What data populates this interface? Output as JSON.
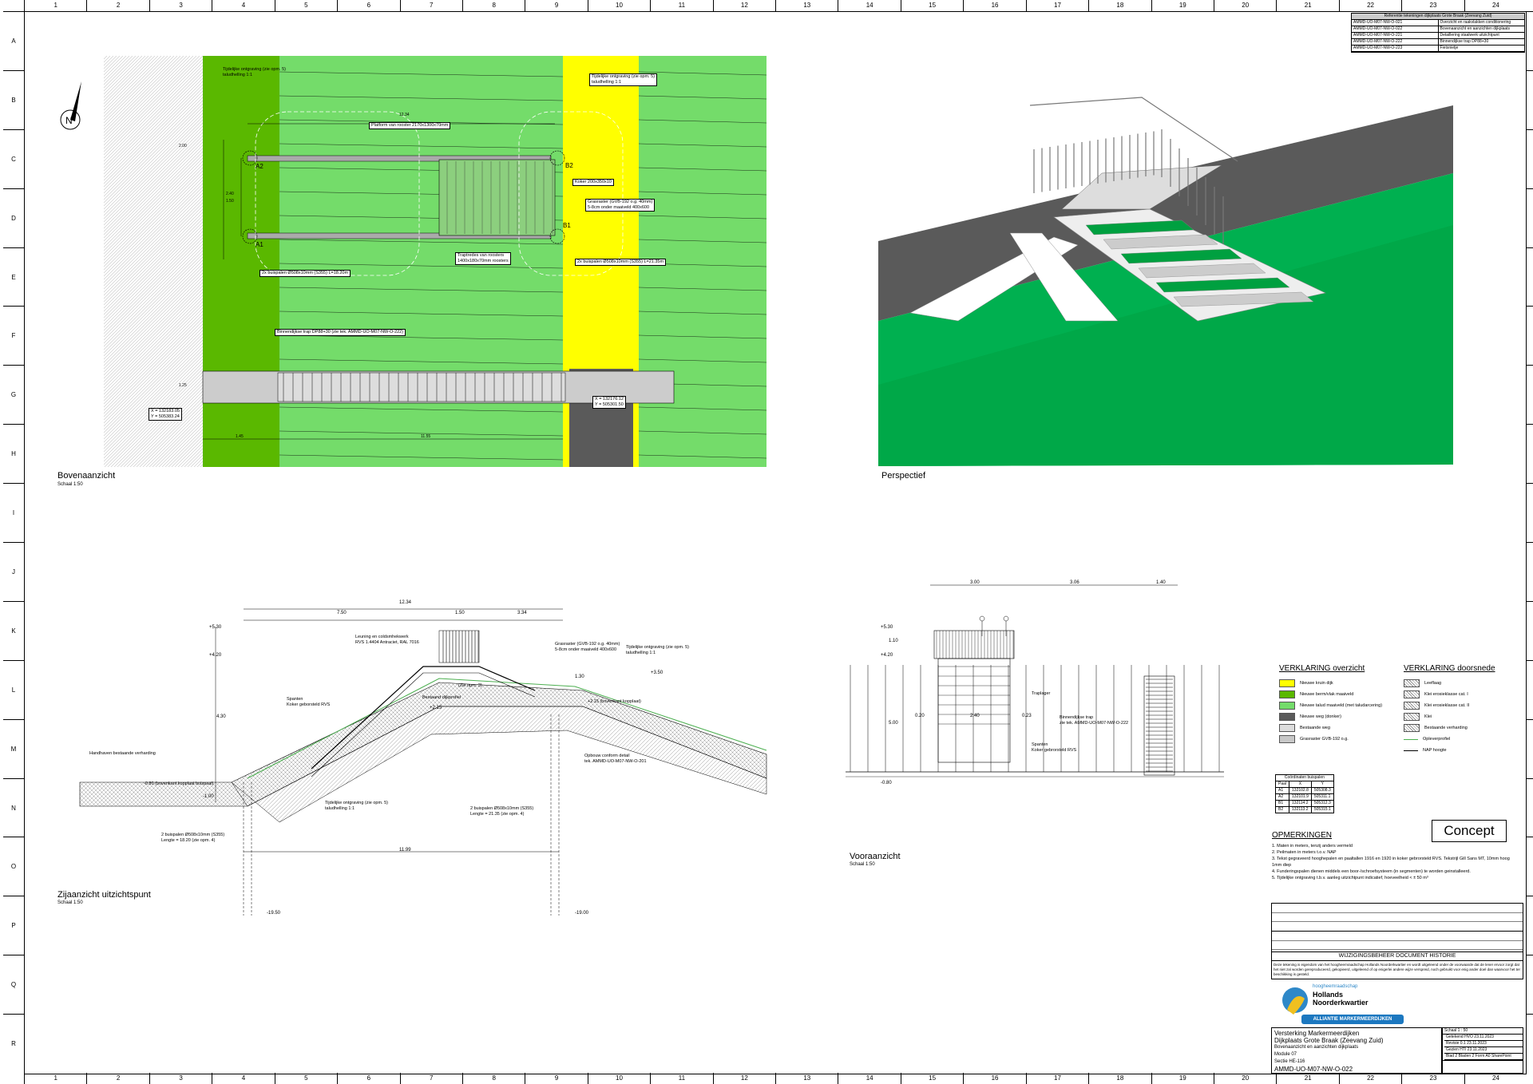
{
  "ruler": {
    "cols": [
      "1",
      "2",
      "3",
      "4",
      "5",
      "6",
      "7",
      "8",
      "9",
      "10",
      "11",
      "12",
      "13",
      "14",
      "15",
      "16",
      "17",
      "18",
      "19",
      "20",
      "21",
      "22",
      "23",
      "24"
    ],
    "rows": [
      "A",
      "B",
      "C",
      "D",
      "E",
      "F",
      "G",
      "H",
      "I",
      "J",
      "K",
      "L",
      "M",
      "N",
      "O",
      "P",
      "Q",
      "R"
    ]
  },
  "reference": {
    "title": "Referentie tekeningen dijkplaats Grote Braak (Zeevang Zuid)",
    "rows": [
      {
        "code": "AMMD-UO-M07-NW-O-021",
        "desc": "Overzicht en raakvlakken conditionering"
      },
      {
        "code": "AMMD-UO-M07-NW-O-022",
        "desc": "Bovenaanzicht en aanzichten dijkplaats"
      },
      {
        "code": "AMMD-UO-M07-NW-O-221",
        "desc": "Detaillering staalwerk uitzichtpunt"
      },
      {
        "code": "AMMD-UO-M07-NW-O-222",
        "desc": "Binnendijkse trap DP88+30"
      },
      {
        "code": "AMMD-UO-M07-NW-O-223",
        "desc": "Fietsnietje"
      }
    ]
  },
  "views": {
    "top": {
      "title": "Bovenaanzicht",
      "scale": "Schaal 1:50"
    },
    "persp": {
      "title": "Perspectief"
    },
    "side": {
      "title": "Zijaanzicht uitzichtspunt",
      "scale": "Schaal 1:50"
    },
    "front": {
      "title": "Vooraanzicht",
      "scale": "Schaal 1:50"
    }
  },
  "top_labels": {
    "l1a": "Tijdelijke ontgraving (zie opm. 5)",
    "l1b": "taludhelling 1:1",
    "l2a": "Tijdelijke ontgraving (zie opm. 5)",
    "l2b": "taludhelling 1:1",
    "platform": "Platform van rooster 2170x1300x70mm",
    "koker": "Koker 200x350x10",
    "gras1": "Grasraster (GVB-192 o.g. 40mm)",
    "gras2": "5-8cm onder maaiveld 400x600",
    "trap1": "Traptredes van roosters",
    "trap2": "1400x180x70mm roosters",
    "bp1": "2x buispalen Ø508x10mm (S355) L=18.20m",
    "bp2": "2x buispalen Ø508x10mm (S355) L=21.35m",
    "bt": "Binnendijkse trap DP88+30 (zie tek. AMMD-UO-M07-NW-O-222)",
    "xy1a": "X = 132183.05",
    "xy1b": "Y = 505383.24",
    "xy2a": "X = 132176.12",
    "xy2b": "Y = 505301.50",
    "A1": "A1",
    "A2": "A2",
    "B1": "B1",
    "B2": "B2",
    "d1234": "12.34",
    "d240": "2.40",
    "d150": "1.50",
    "d1155": "11.55",
    "d145": "1.45",
    "d200": "2.00",
    "d125": "1.25"
  },
  "side_labels": {
    "leuning1": "Leuning en coldsmhekwerk",
    "leuning2": "RVS 1.4404 Antraciet, RAL 7016",
    "gras1": "Grasraster (GVB-192 o.g. 40mm)",
    "gras2": "5-8cm onder maaiveld 400x600",
    "tijd1": "Tijdelijke ontgraving (zie opm. 5)",
    "tijd2": "taludhelling 1:1",
    "zieopm": "(Zie opm. 3)",
    "spanten1": "Spanten",
    "spanten2": "Koker geborsteld RVS",
    "bestaand": "Bestaand dijkprofiel",
    "handhaven": "Handhaven bestaande verharding",
    "kop1": "-0.80 (bovenkant kopplaat buispaal)",
    "kop2": "+2.15 (bovenkant kopplaat)",
    "opbouw1": "Opbouw conform detail",
    "opbouw2": "tek. AMMD-UO-M07-NW-O-201",
    "tijd3": "Tijdelijke ontgraving (zie opm. 5)",
    "tijd4": "taludhelling 1:1",
    "bp1a": "2 buispalen Ø508x10mm (S355)",
    "bp1b": "Lengte = 18.20 (zie opm. 4)",
    "bp2a": "2 buispalen Ø508x10mm (S355)",
    "bp2b": "Lengte = 21.35 (zie opm. 4)",
    "d1234": "12.34",
    "d750": "7.50",
    "d150": "1.50",
    "d334": "3.34",
    "d1199": "11.99",
    "p530": "+5.30",
    "p420": "+4.20",
    "p215": "+2.15",
    "p350": "+3.50",
    "m100": "-1.00",
    "m1950": "-19.50",
    "m1900": "-19.00",
    "m080": "-0.80",
    "h430": "4.30",
    "h130": "1.30"
  },
  "front_labels": {
    "traplager": "Traplager",
    "bt1": "Binnendijkse trap",
    "bt2": "zie tek. AMMD-UO-M07-NW-O-222",
    "sp1": "Spanten",
    "sp2": "Koker gebrorsteld RVS",
    "d300": "3.00",
    "d306": "3.06",
    "d140": "1.40",
    "d240": "2.40",
    "d020": "0.20",
    "d023": "0.23",
    "p530": "+5.30",
    "p420": "+4.20",
    "m080": "-0.80",
    "h110": "1.10",
    "h500": "5.00"
  },
  "legend_overview": {
    "title": "VERKLARING overzicht",
    "items": [
      {
        "label": "Nieuwe kruin dijk",
        "color": "#ffff00"
      },
      {
        "label": "Nieuwe berm/vlak maaiveld",
        "color": "#5ab800"
      },
      {
        "label": "Nieuwe talud maaiveld (met taludarcering)",
        "color": "#74dc6a"
      },
      {
        "label": "Nieuwe weg (donker)",
        "color": "#5a5a5a"
      },
      {
        "label": "Bestaande weg",
        "color": "#dddddd"
      },
      {
        "label": "Grasraster GVB-192 o.g.",
        "color": "#c8c8c8"
      }
    ]
  },
  "legend_section": {
    "title": "VERKLARING doorsnede",
    "items": [
      "Leeflaag",
      "Klei erosieklasse cat. I",
      "Klei erosieklasse cat. II",
      "Klei",
      "Bestaande verharding",
      "Opleverprofiel",
      "NAP hoogte"
    ]
  },
  "coords": {
    "title": "Coördinaten buispalen",
    "head": [
      "Paal",
      "X",
      "Y"
    ],
    "rows": [
      [
        "A1",
        "132102.8",
        "505308.3"
      ],
      [
        "A2",
        "132101.9",
        "505311.1"
      ],
      [
        "B1",
        "132114.2",
        "505312.3"
      ],
      [
        "B2",
        "132113.2",
        "505315.1"
      ]
    ]
  },
  "concept": "Concept",
  "notes": {
    "title": "OPMERKINGEN",
    "items": [
      "1.   Maten in meters, tenzij anders vermeld",
      "2.   Peilmaten in meters t.o.v. NAP",
      "3.   Tekst gegraveerd hooghepalen en paaltallen 1916 en 1920 in koker gebrorsteld RVS. Tekstrijl Gill Sans MT, 10mm hoog 1mm diep",
      "4.   Funderingspalen dienen middels een boor-/schroefsysteem (in segmenten) te worden geinstalleerd.",
      "5.   Tijdelijke ontgraving t.b.v. aanleg uitzichtpunt indicatief, hoeveelheid < ± 50 m³"
    ]
  },
  "title_block": {
    "hist": "WIJZIGINGSBEHEER DOCUMENT HISTORIE",
    "disclaimer": "Deze tekening is eigendom van het hoogheemraadschap Hollands Noorderkwartier en wordt uitgeleend onder de voorwaarde dat de lener ervoor zorgt dat het niet zal worden gereproduceerd, gekopieerd, uitgeleend of op enigerlei andere wijze verspreid, noch gebruikt voor enig ander doel dan waarvoor het ter beschikking is gesteld.",
    "org1": "hoogheemraadschap",
    "org2": "Hollands",
    "org3": "Noorderkwartier",
    "alliance": "ALLIANTIE MARKERMEERDIJKEN",
    "p1": "Versterking Markermeerdijken",
    "p2": "Dijkplaats Grote Braak (Zeevang Zuid)",
    "p3": "Bovenaanzicht en aanzichten dijkplaats",
    "p4": "Module 07",
    "p5": "Sectie HE-116",
    "p6": "AMMD-UO-M07-NW-O-022",
    "schaal": "Schaal  1 : 50",
    "meta": [
      "Getekend  HVO  23.11.2023",
      "Revisie  0.1  23.11.2023",
      "Gezien  HTI  23.11.2023",
      "Blad 2  Bladen 2  Form A0  SharePoint"
    ]
  },
  "colors": {
    "kruin": "#ffff00",
    "berm": "#5ab800",
    "talud": "#74dc6a",
    "weg": "#5a5a5a",
    "persp_grass": "#00b050",
    "persp_grass2": "#00a040"
  }
}
